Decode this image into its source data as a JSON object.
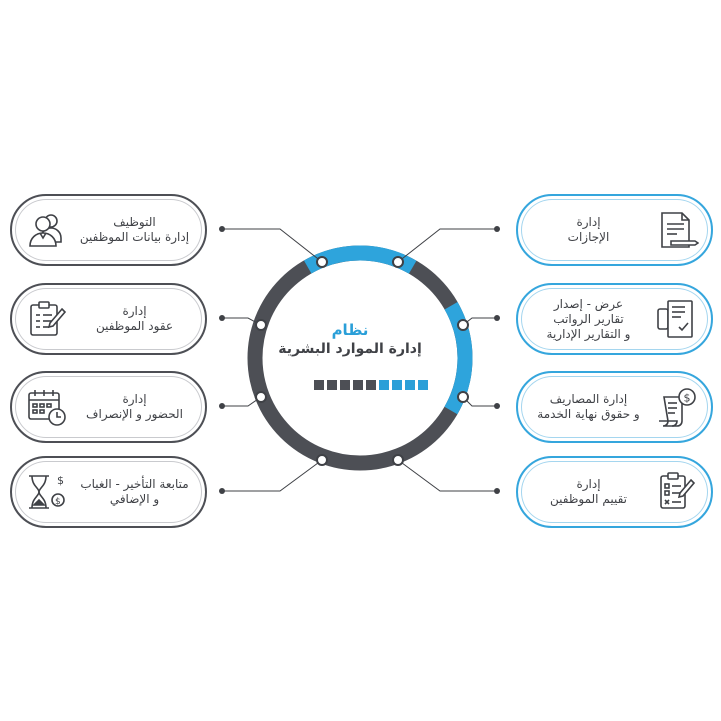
{
  "center": {
    "title": "نظام",
    "subtitle": "إدارة الموارد البشرية",
    "progress": {
      "total": 9,
      "filled_gray": 5,
      "filled_blue": 4
    }
  },
  "colors": {
    "accent_blue": "#2a9fd8",
    "dark_gray": "#4d4f55"
  },
  "left_items": [
    {
      "lines": [
        "التوظيف",
        "إدارة بيانات الموظفين"
      ],
      "icon": "employees-icon"
    },
    {
      "lines": [
        "إدارة",
        "عقود الموظفين"
      ],
      "icon": "contract-clipboard-icon"
    },
    {
      "lines": [
        "إدارة",
        "الحضور و الإنصراف"
      ],
      "icon": "calendar-clock-icon"
    },
    {
      "lines": [
        "متابعة التأخير - الغياب",
        "و الإضافي"
      ],
      "icon": "hourglass-money-icon"
    }
  ],
  "right_items": [
    {
      "lines": [
        "إدارة",
        "الإجازات"
      ],
      "icon": "document-pen-icon"
    },
    {
      "lines": [
        "عرض - إصدار",
        "تقارير الرواتب",
        "و التقارير الإدارية"
      ],
      "icon": "printer-report-icon"
    },
    {
      "lines": [
        "إدارة المصاريف",
        "و حقوق نهاية الخدمة"
      ],
      "icon": "expense-scroll-icon"
    },
    {
      "lines": [
        "إدارة",
        "تقييم الموظفين"
      ],
      "icon": "checklist-evaluation-icon"
    }
  ]
}
